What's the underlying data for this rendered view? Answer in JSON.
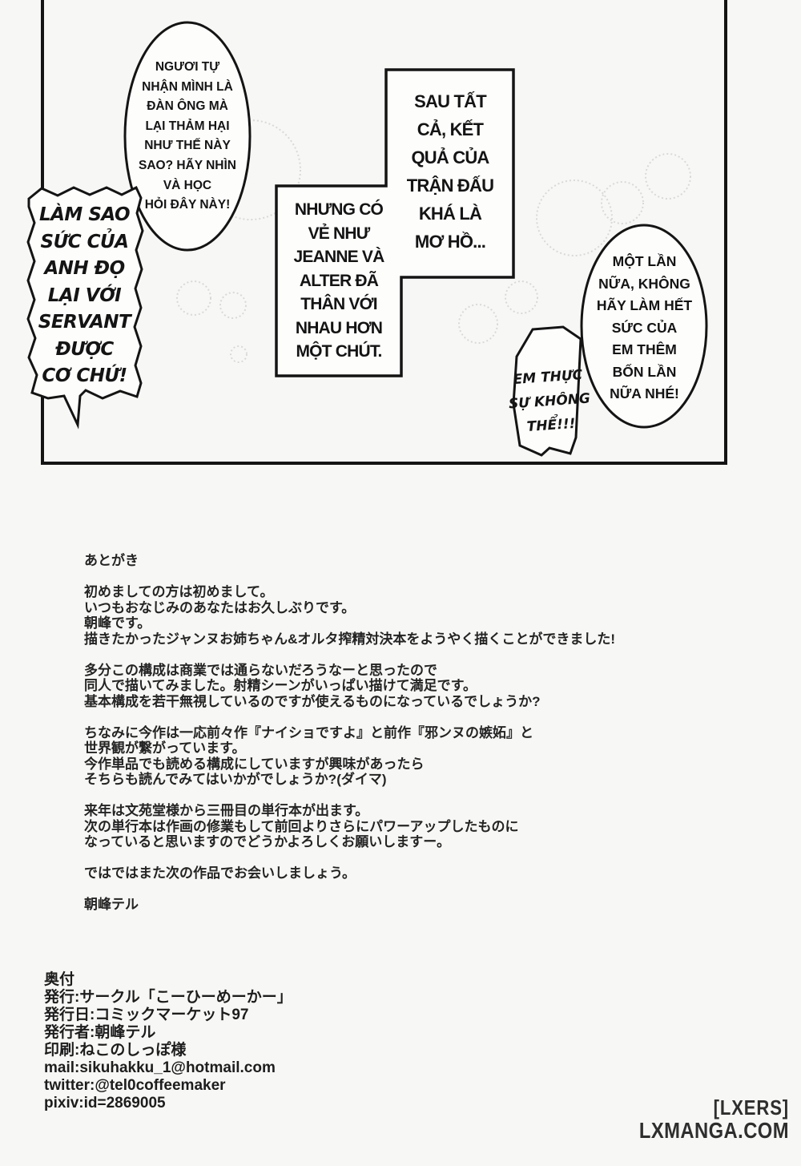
{
  "panel": {
    "bubbles": {
      "burst_left": "LÀM SAO\nSỨC CỦA\nANH ĐỌ\nLẠI VỚI\nSERVANT\nĐƯỢC\nCƠ CHỨ!",
      "top_oval": "NGƯƠI TỰ\nNHẬN MÌNH LÀ\nĐÀN ÔNG MÀ\nLẠI THẢM HẠI\nNHƯ THẾ NÀY\nSAO? HÃY NHÌN\nVÀ HỌC\nHỎI ĐÂY NÀY!",
      "middle_box": "NHƯNG CÓ\nVẺ NHƯ\nJEANNE VÀ\nALTER ĐÃ\nTHÂN VỚI\nNHAU HƠN\nMỘT CHÚT.",
      "result_box": "SAU TẤT\nCẢ, KẾT\nQUẢ CỦA\nTRẬN ĐẤU\nKHÁ LÀ\nMƠ HỒ...",
      "small_burst": "EM THỰC\nSỰ KHÔNG\nTHỂ!!!",
      "right_oval": "MỘT LẦN\nNỮA, KHÔNG\nHÃY LÀM HẾT\nSỨC CỦA\nEM THÊM\nBỐN LẦN\nNỮA NHÉ!"
    }
  },
  "afterword": {
    "lines": [
      "あとがき",
      "",
      "初めましての方は初めまして。",
      "いつもおなじみのあなたはお久しぶりです。",
      "朝峰です。",
      "描きたかったジャンヌお姉ちゃん&オルタ搾精対決本をようやく描くことができました!",
      "",
      "多分この構成は商業では通らないだろうなーと思ったので",
      "同人で描いてみました。射精シーンがいっぱい描けて満足です。",
      "基本構成を若干無視しているのですが使えるものになっているでしょうか?",
      "",
      "ちなみに今作は一応前々作『ナイショですよ』と前作『邪ンヌの嫉妬』と",
      "世界観が繋がっています。",
      "今作単品でも読める構成にしていますが興味があったら",
      "そちらも読んでみてはいかがでしょうか?(ダイマ)",
      "",
      "来年は文苑堂様から三冊目の単行本が出ます。",
      "次の単行本は作画の修業もして前回よりさらにパワーアップしたものに",
      "なっていると思いますのでどうかよろしくお願いしますー。",
      "",
      "ではではまた次の作品でお会いしましょう。",
      "",
      "朝峰テル"
    ]
  },
  "credits": {
    "lines": [
      "奥付",
      "発行:サークル「こーひーめーかー」",
      "発行日:コミックマーケット97",
      "発行者:朝峰テル",
      "印刷:ねこのしっぽ様",
      "mail:sikuhakku_1@hotmail.com",
      "twitter:@tel0coffeemaker",
      "pixiv:id=2869005"
    ]
  },
  "watermark": {
    "line1": "[LXERS]",
    "line2": "LXMANGA.COM"
  },
  "colors": {
    "paper": "#f7f7f5",
    "ink": "#141414",
    "bubble_fill": "#fdfdfc",
    "decor_circle": "#d9d9d9",
    "watermark_ink": "#2e2e2e"
  }
}
